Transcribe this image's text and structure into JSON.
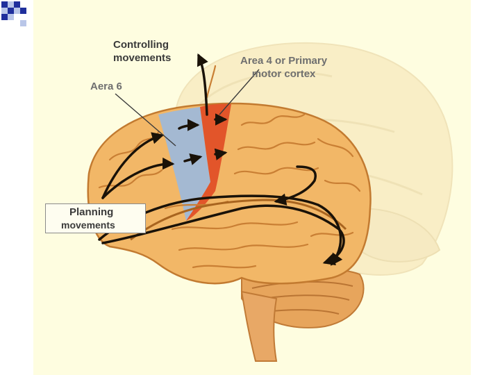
{
  "labels": {
    "controlling_line1": "Controlling",
    "controlling_line2": "movements",
    "area4_line1": "Area 4 or Primary",
    "area4_line2": "motor cortex",
    "area6": "Aera 6",
    "planning_line1": "Planning",
    "planning_line2": "movements"
  },
  "colors": {
    "bullet_blue": "#1f2f9c",
    "bullet_light": "#b9c6e8",
    "brain": "#f2b767",
    "premotor_area": "#9fb8d8",
    "motor_cortex": "#e2552a"
  }
}
